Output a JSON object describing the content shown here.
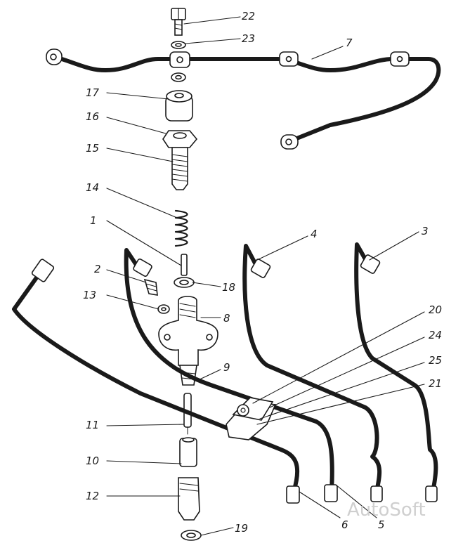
{
  "diagram": {
    "callouts": [
      {
        "id": "c22",
        "label": "22"
      },
      {
        "id": "c23",
        "label": "23"
      },
      {
        "id": "c7",
        "label": "7"
      },
      {
        "id": "c17",
        "label": "17"
      },
      {
        "id": "c16",
        "label": "16"
      },
      {
        "id": "c15",
        "label": "15"
      },
      {
        "id": "c14",
        "label": "14"
      },
      {
        "id": "c1",
        "label": "1"
      },
      {
        "id": "c2",
        "label": "2"
      },
      {
        "id": "c18",
        "label": "18"
      },
      {
        "id": "c13",
        "label": "13"
      },
      {
        "id": "c4",
        "label": "4"
      },
      {
        "id": "c3",
        "label": "3"
      },
      {
        "id": "c8",
        "label": "8"
      },
      {
        "id": "c20",
        "label": "20"
      },
      {
        "id": "c24",
        "label": "24"
      },
      {
        "id": "c25",
        "label": "25"
      },
      {
        "id": "c21",
        "label": "21"
      },
      {
        "id": "c9",
        "label": "9"
      },
      {
        "id": "c11",
        "label": "11"
      },
      {
        "id": "c10",
        "label": "10"
      },
      {
        "id": "c12",
        "label": "12"
      },
      {
        "id": "c19",
        "label": "19"
      },
      {
        "id": "c6",
        "label": "6"
      },
      {
        "id": "c5",
        "label": "5"
      }
    ],
    "watermark": "AutoSoft"
  }
}
